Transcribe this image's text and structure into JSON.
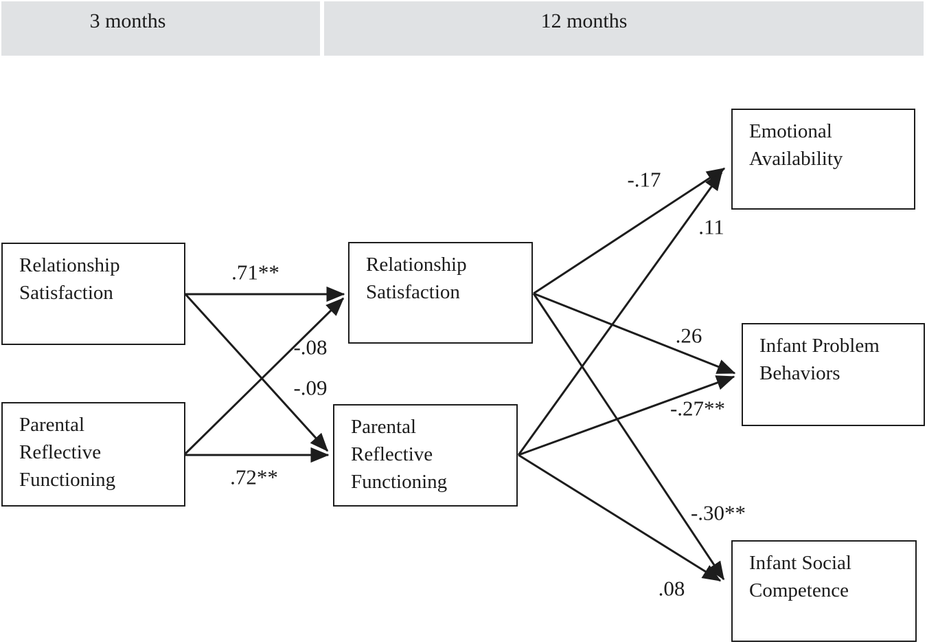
{
  "figure": {
    "type": "path-model-diagram",
    "description_visible_text_only": true
  },
  "header": {
    "left_label": "3 months",
    "right_label": "12 months"
  },
  "diagram": {
    "nodes": {
      "rs3m": {
        "label": "Relationship\nSatisfaction",
        "timepoint": "3 months"
      },
      "prf3m": {
        "label": "Parental\nReflective\nFunctioning",
        "timepoint": "3 months"
      },
      "rs12m": {
        "label": "Relationship\nSatisfaction",
        "timepoint": "12 months"
      },
      "prf12m": {
        "label": "Parental\nReflective\nFunctioning",
        "timepoint": "12 months"
      },
      "ea": {
        "label": "Emotional\nAvailability",
        "timepoint": "12 months"
      },
      "ipb": {
        "label": "Infant Problem\nBehaviors",
        "timepoint": "12 months"
      },
      "isc": {
        "label": "Infant Social\nCompetence",
        "timepoint": "12 months"
      }
    },
    "edges": [
      {
        "from": "rs3m",
        "to": "rs12m",
        "label": ".71**",
        "coefficient": 0.71,
        "significant": true
      },
      {
        "from": "prf3m",
        "to": "rs12m",
        "label": "-.08",
        "coefficient": -0.08,
        "significant": false
      },
      {
        "from": "rs3m",
        "to": "prf12m",
        "label": "-.09",
        "coefficient": -0.09,
        "significant": false
      },
      {
        "from": "prf3m",
        "to": "prf12m",
        "label": ".72**",
        "coefficient": 0.72,
        "significant": true
      },
      {
        "from": "rs12m",
        "to": "ea",
        "label": "-.17",
        "coefficient": -0.17,
        "significant": false
      },
      {
        "from": "prf12m",
        "to": "ea",
        "label": ".11",
        "coefficient": 0.11,
        "significant": false
      },
      {
        "from": "rs12m",
        "to": "ipb",
        "label": ".26",
        "coefficient": 0.26,
        "significant": false
      },
      {
        "from": "prf12m",
        "to": "ipb",
        "label": "-.27**",
        "coefficient": -0.27,
        "significant": true
      },
      {
        "from": "rs12m",
        "to": "isc",
        "label": "-.30**",
        "coefficient": -0.3,
        "significant": true
      },
      {
        "from": "prf12m",
        "to": "isc",
        "label": ".08",
        "coefficient": 0.08,
        "significant": false
      }
    ]
  },
  "colors": {
    "header_background": "#e0e2e4",
    "box_border": "#1d1d1d",
    "arrow": "#1d1d1d",
    "text": "#1c1c1c",
    "page_background": "#ffffff"
  }
}
